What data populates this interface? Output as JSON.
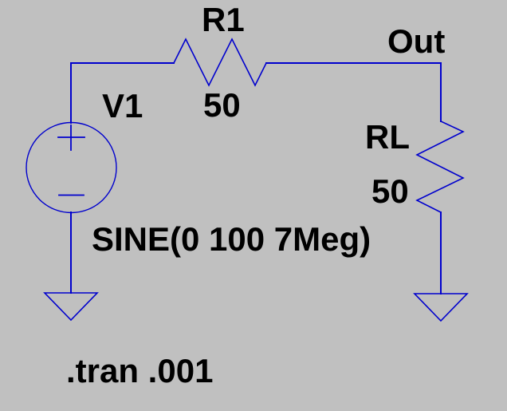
{
  "colors": {
    "background": "#c0c0c0",
    "wire": "#0000cd",
    "text": "#000000"
  },
  "components": {
    "v1": {
      "label": "V1",
      "value": "SINE(0 100 7Meg)",
      "type": "voltage-source"
    },
    "r1": {
      "label": "R1",
      "value": "50",
      "type": "resistor"
    },
    "rl": {
      "label": "RL",
      "value": "50",
      "type": "resistor"
    }
  },
  "nodes": {
    "out": "Out"
  },
  "directives": {
    "tran": ".tran .001"
  }
}
